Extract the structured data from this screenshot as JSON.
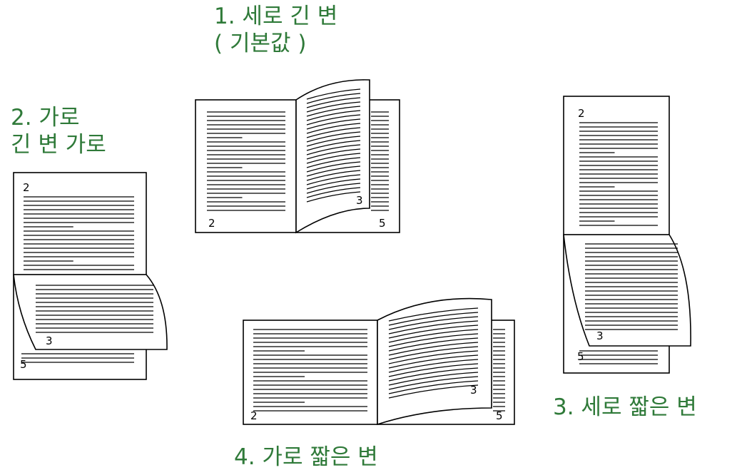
{
  "options": [
    {
      "line1": "1. 세로 긴 변",
      "line2": "( 기본값 )",
      "page_left": "2",
      "page_turn": "3",
      "page_right": "5"
    },
    {
      "line1": "2. 가로",
      "line2": "긴 변 가로",
      "page_top": "2",
      "page_turn": "3",
      "page_bottom": "5"
    },
    {
      "line1": "3. 세로 짧은 변",
      "page_top": "2",
      "page_turn": "3",
      "page_bottom": "5"
    },
    {
      "line1": "4. 가로 짧은 변",
      "page_left": "2",
      "page_turn": "3",
      "page_right": "5"
    }
  ],
  "colors": {
    "label": "#2f7a39",
    "outline": "#000000"
  }
}
